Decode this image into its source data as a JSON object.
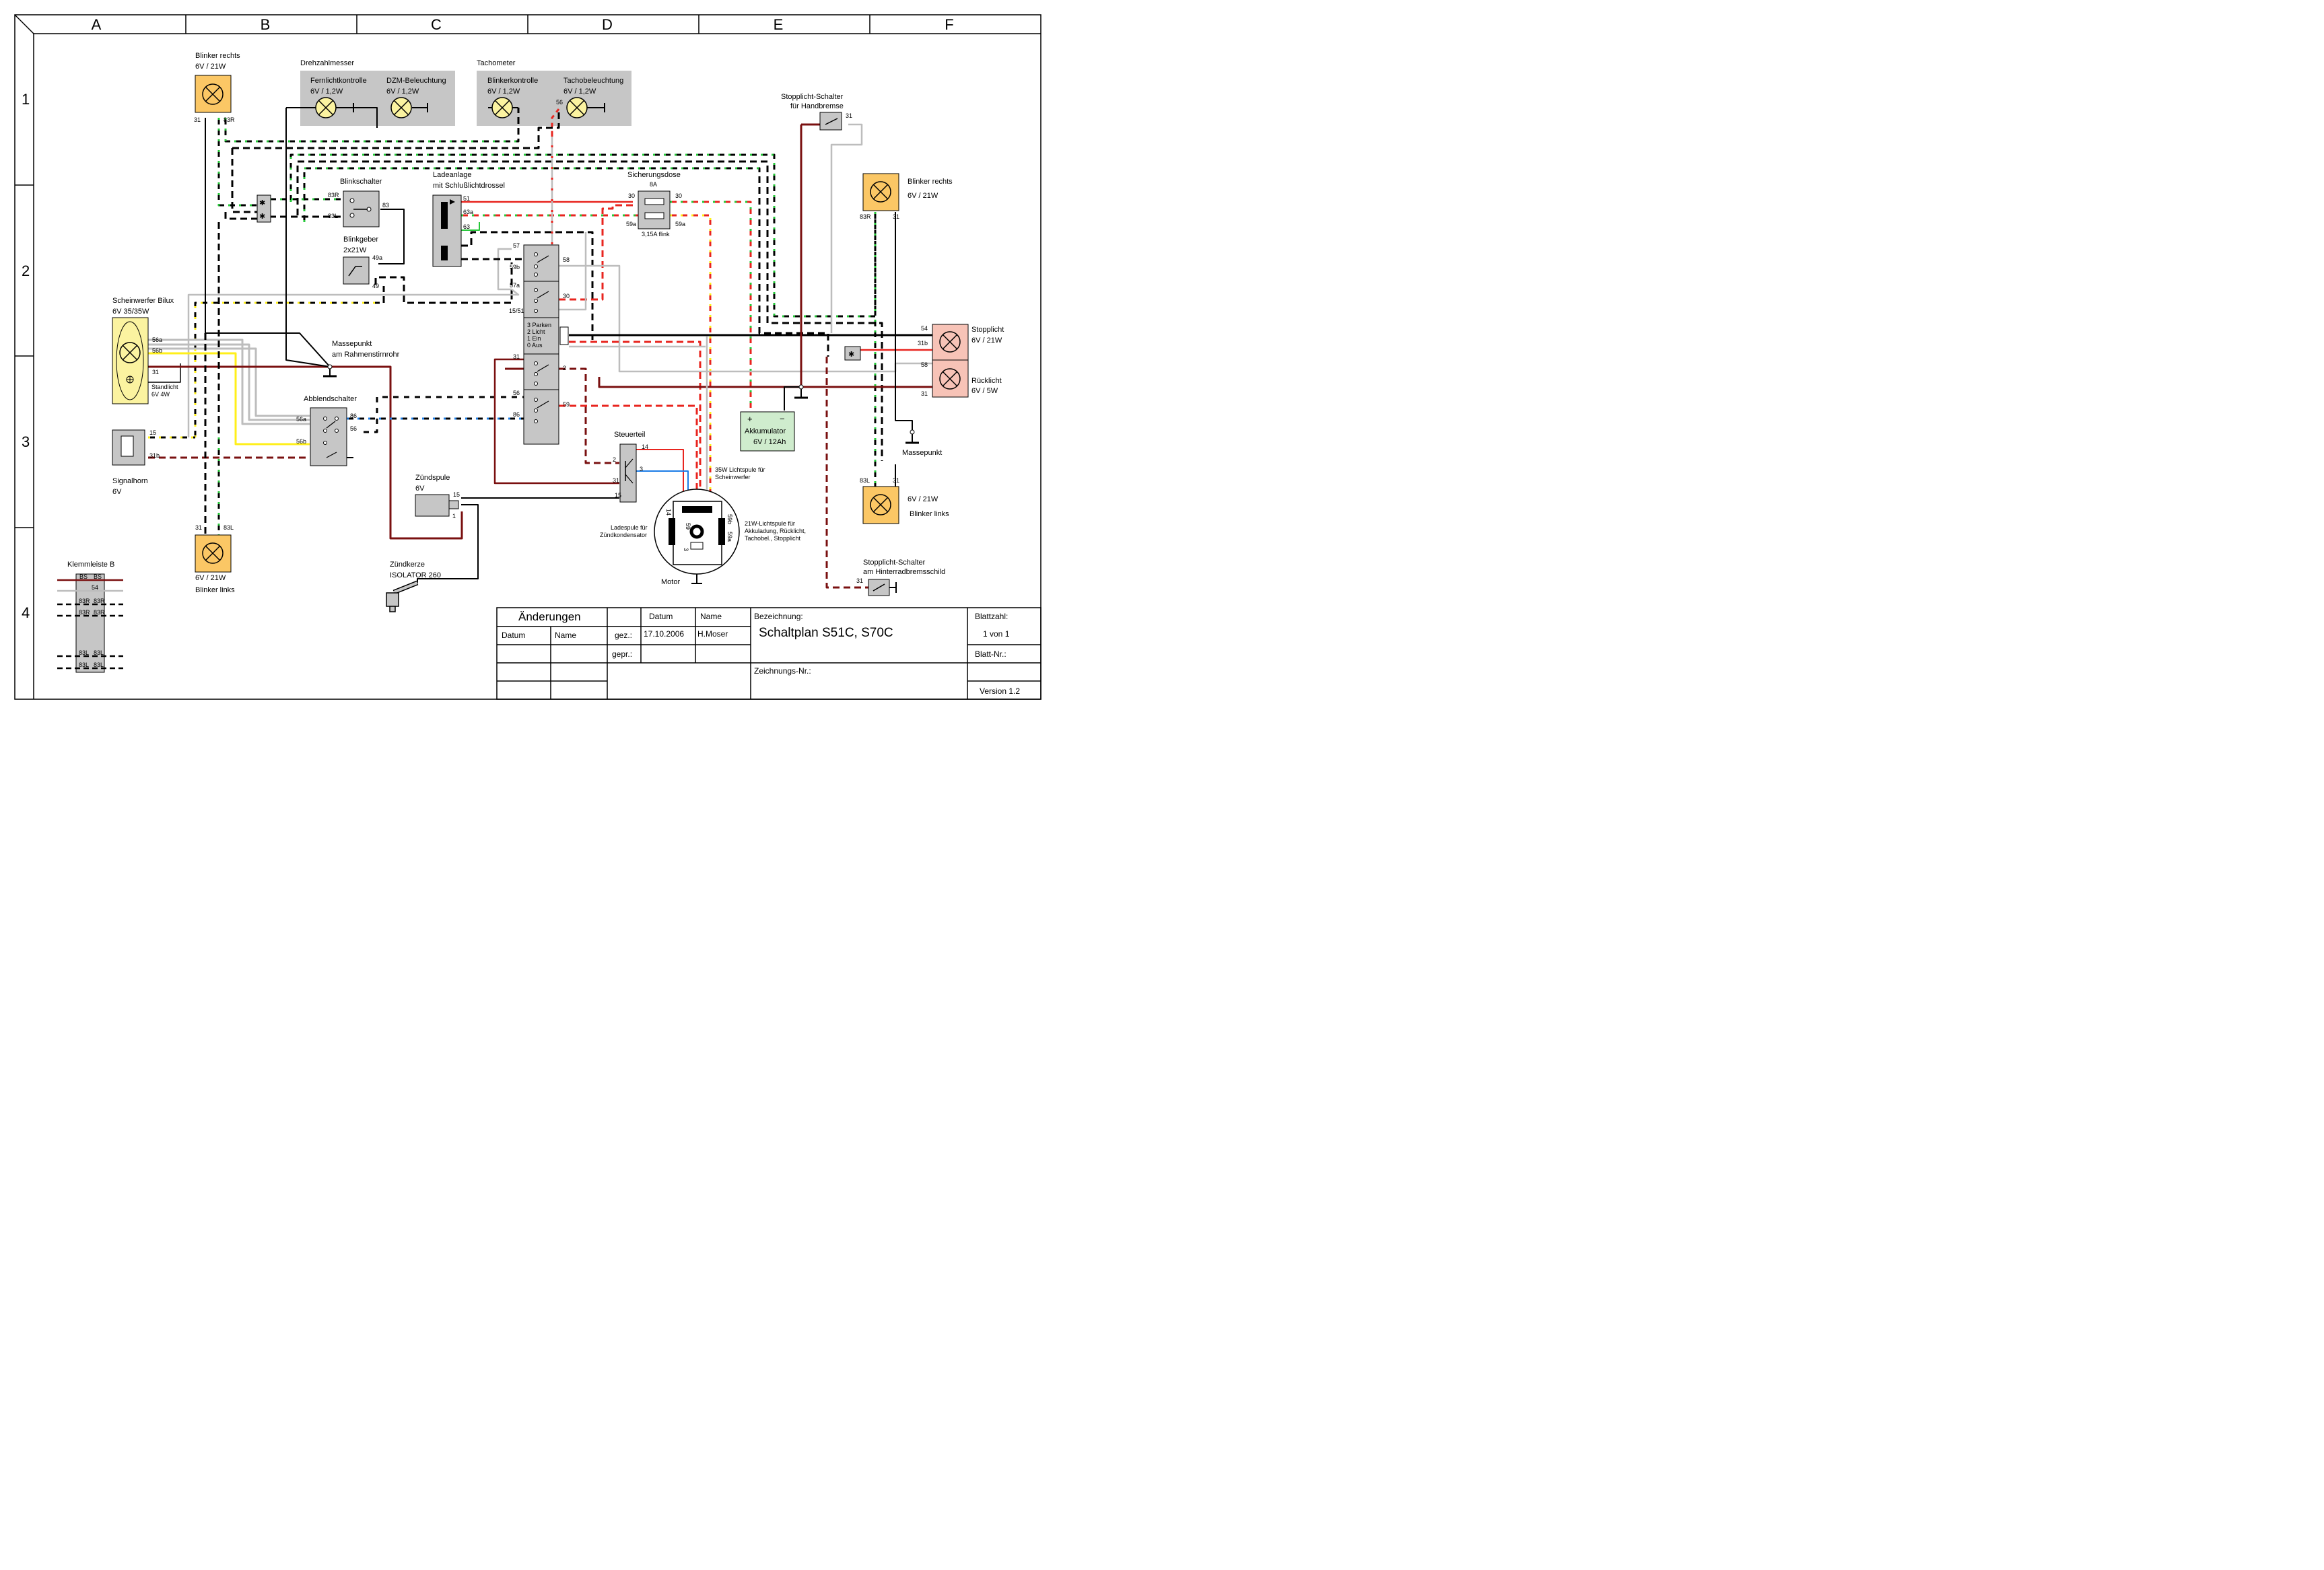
{
  "columns": [
    "A",
    "B",
    "C",
    "D",
    "E",
    "F"
  ],
  "rows": [
    "1",
    "2",
    "3",
    "4"
  ],
  "components": {
    "blinker_rechts_top": {
      "name": "Blinker rechts",
      "rating": "6V / 21W",
      "pin_a": "31",
      "pin_b": "83R"
    },
    "drehzahlmesser": {
      "title": "Drehzahlmesser",
      "lamp1_name": "Fernlichtkontrolle",
      "lamp1_rating": "6V / 1,2W",
      "lamp2_name": "DZM-Beleuchtung",
      "lamp2_rating": "6V / 1,2W"
    },
    "tachometer": {
      "title": "Tachometer",
      "lamp1_name": "Blinkerkontrolle",
      "lamp1_rating": "6V / 1,2W",
      "lamp2_name": "Tachobeleuchtung",
      "lamp2_rating": "6V / 1,2W",
      "pin": "56"
    },
    "stopplicht_schalter_hand": {
      "line1": "Stopplicht-Schalter",
      "line2": "für Handbremse",
      "pin": "31"
    },
    "blinkschalter": {
      "title": "Blinkschalter",
      "pin_83r": "83R",
      "pin_83l": "83L",
      "pin_83": "83"
    },
    "blinkgeber": {
      "title": "Blinkgeber",
      "rating": "2x21W",
      "pin_49a": "49a",
      "pin_49": "49"
    },
    "ladeanlage": {
      "line1": "Ladeanlage",
      "line2": "mit Schlußlichtdrossel",
      "pin_51": "51",
      "pin_63a": "63a",
      "pin_63": "63"
    },
    "sicherungsdose": {
      "title": "Sicherungsdose",
      "rating": "8A",
      "pin_30a": "30",
      "pin_30b": "30",
      "pin_59a_l": "59a",
      "pin_59a_r": "59a",
      "fuse2": "3,15A flink"
    },
    "blinker_rechts_right": {
      "name": "Blinker rechts",
      "rating": "6V / 21W",
      "pin_a": "83R",
      "pin_b": "31"
    },
    "scheinwerfer": {
      "title": "Scheinwerfer Bilux",
      "rating": "6V 35/35W",
      "pin_56a": "56a",
      "pin_56b": "56b",
      "pin_31": "31",
      "standlicht": "Standlicht",
      "standlicht_rating": "6V 4W"
    },
    "massepunkt_rahmen": {
      "line1": "Massepunkt",
      "line2": "am Rahmenstirnrohr"
    },
    "zuendschloss": {
      "pin_57": "57",
      "pin_59b": "59b",
      "pin_58": "58",
      "pin_57a": "57a",
      "pin_30": "30",
      "pin_1551": "15/51",
      "pos3": "3 Parken",
      "pos2": "2 Licht",
      "pos1": "1 Ein",
      "pos0": "0 Aus",
      "pin_31": "31",
      "pin_2": "2",
      "pin_56": "56",
      "pin_86": "86",
      "pin_59": "59"
    },
    "stopplicht": {
      "name": "Stopplicht",
      "rating": "6V / 21W",
      "pin_54": "54",
      "pin_31b": "31b"
    },
    "ruecklicht": {
      "name": "Rücklicht",
      "rating": "6V / 5W",
      "pin_58": "58",
      "pin_31": "31"
    },
    "abblendschalter": {
      "title": "Abblendschalter",
      "pin_56a": "56a",
      "pin_56b": "56b",
      "pin_86": "86",
      "pin_56": "56"
    },
    "akkumulator": {
      "name": "Akkumulator",
      "rating": "6V / 12Ah",
      "plus": "+",
      "minus": "−"
    },
    "signalhorn": {
      "name": "Signalhorn",
      "rating": "6V",
      "pin_15": "15",
      "pin_31b": "31b"
    },
    "massepunkt_right": {
      "name": "Massepunkt"
    },
    "steuerteil": {
      "title": "Steuerteil",
      "pin_14": "14",
      "pin_2": "2",
      "pin_3": "3",
      "pin_31": "31",
      "pin_15": "15"
    },
    "zuendspule": {
      "name": "Zündspule",
      "rating": "6V",
      "pin_15": "15",
      "pin_1": "1"
    },
    "lichtspule_35": {
      "line1": "35W Lichtspule für",
      "line2": "Scheinwerfer"
    },
    "motor": {
      "name": "Motor",
      "ladespule1": "Ladespule für",
      "ladespule2": "Zündkondensator",
      "spule21_1": "21W-Lichtspule für",
      "spule21_2": "Akkuladung, Rücklicht,",
      "spule21_3": "Tachobel., Stopplicht",
      "pin_14": "14",
      "pin_59": "59",
      "pin_59b": "59b",
      "pin_59a": "59a",
      "pin_3": "3"
    },
    "blinker_links_bottom": {
      "name": "Blinker links",
      "rating": "6V / 21W",
      "pin_a": "31",
      "pin_b": "83L"
    },
    "blinker_links_right": {
      "name": "Blinker links",
      "rating": "6V / 21W",
      "pin_a": "83L",
      "pin_b": "31"
    },
    "zuendkerze": {
      "line1": "Zündkerze",
      "line2": "ISOLATOR 260"
    },
    "stopplicht_schalter_hinten": {
      "line1": "Stopplicht-Schalter",
      "line2": "am Hinterradbremsschild",
      "pin": "31"
    },
    "klemmleiste": {
      "title": "Klemmleiste B",
      "l1": "BS",
      "l2": "BS",
      "l3": "54",
      "l4": "83R",
      "l5": "83R",
      "l6": "83R",
      "l7": "83R",
      "l8": "83L",
      "l9": "83L",
      "l10": "83L",
      "l11": "83L"
    }
  },
  "titleblock": {
    "aenderungen": "Änderungen",
    "datum_col": "Datum",
    "name_col": "Name",
    "datum": "Datum",
    "name": "Name",
    "gez": "gez.:",
    "gez_date": "17.10.2006",
    "gez_name": "H.Moser",
    "gepr": "gepr.:",
    "bezeichnung_label": "Bezeichnung:",
    "bezeichnung": "Schaltplan S51C, S70C",
    "zeichnungsnr": "Zeichnungs-Nr.:",
    "blattzahl_label": "Blattzahl:",
    "blattzahl": "1 von 1",
    "blattnr_label": "Blatt-Nr.:",
    "version": "Version 1.2"
  },
  "colors": {
    "black": "#000000",
    "red": "#e8251f",
    "darkred": "#7a1010",
    "green": "#27c83a",
    "yellow": "#ffef1a",
    "grey": "#bdbdbd",
    "blue": "#1c7ce6",
    "lamp_orange": "#fbc765",
    "lamp_yellow": "#fbf3a0",
    "pink": "#f7c3b7",
    "battery_green": "#cfeccd",
    "instrument_grey": "#c6c6c6"
  }
}
